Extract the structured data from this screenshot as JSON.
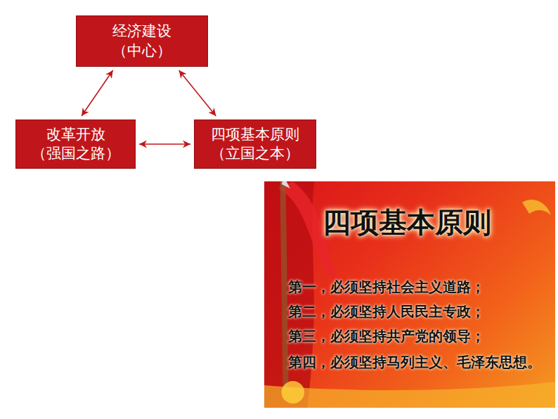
{
  "diagram": {
    "nodes": [
      {
        "text": [
          "经济建设",
          "（中心）"
        ]
      },
      {
        "text": [
          "改革开放",
          "（强国之路）"
        ]
      },
      {
        "text": [
          "四项基本原则",
          "（立国之本）"
        ]
      },
      {
        "text": [
          "四项基本原则",
          "第一，必须坚持社会主义道路；",
          "第二，必须坚持人民民主专政；",
          "第三，必须坚持共产党的领导；",
          "第四，必须坚持马列主义、毛泽东思想。"
        ]
      }
    ],
    "edges": [
      {
        "from": 0,
        "to": 1,
        "arrow": "both"
      },
      {
        "from": 0,
        "to": 2,
        "arrow": "both"
      },
      {
        "from": 1,
        "to": 2,
        "arrow": "both"
      }
    ]
  }
}
